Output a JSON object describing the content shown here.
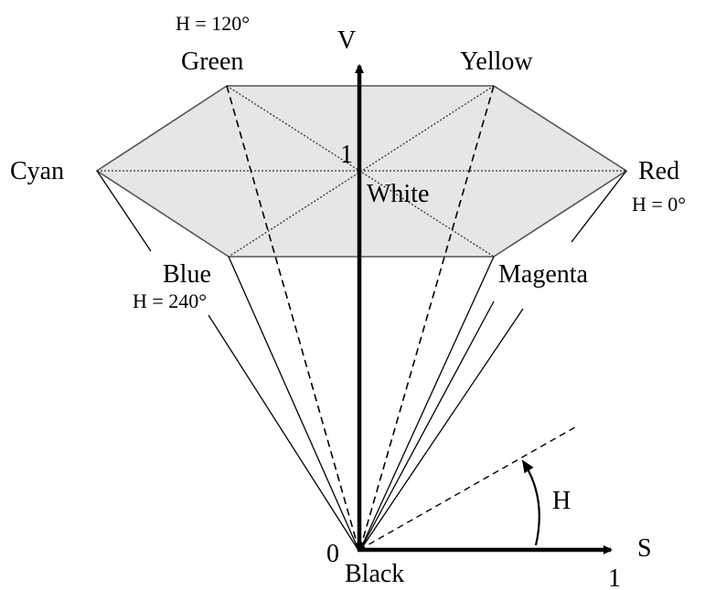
{
  "diagram": {
    "hue_green": "H = 120°",
    "hue_red": "H = 0°",
    "hue_blue": "H = 240°",
    "green": "Green",
    "yellow": "Yellow",
    "cyan": "Cyan",
    "red": "Red",
    "white": "White",
    "blue": "Blue",
    "magenta": "Magenta",
    "black": "Black",
    "v_axis": "V",
    "s_axis": "S",
    "h_angle": "H",
    "v_one": "1",
    "s_one": "1",
    "origin": "0"
  },
  "colors": {
    "hexagon_fill": "#e6e6e6",
    "lines": "#000000"
  }
}
